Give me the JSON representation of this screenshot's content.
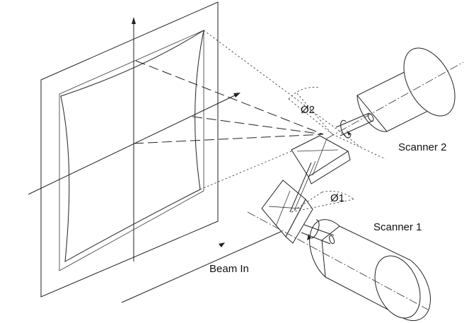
{
  "labels": {
    "angle_2": "Ø2",
    "scanner_2": "Scanner 2",
    "angle_1": "Ø1",
    "scanner_1": "Scanner 1",
    "beam_in": "Beam In"
  }
}
